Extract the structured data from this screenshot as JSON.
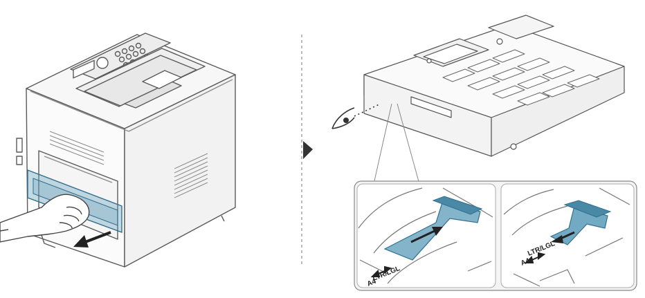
{
  "insets": {
    "left": {
      "size_label": "LTR/LGL",
      "alt_label": "A4"
    },
    "right": {
      "size_label": "LTR/LGL",
      "alt_label": "A4"
    }
  },
  "colors": {
    "outline": "#5a5a5a",
    "light_outline": "#9a9a9a",
    "highlight": "#5b9bb8",
    "highlight_dark": "#2f6f8e",
    "arrow": "#222222",
    "divider": "#888888",
    "inset_border": "#888888",
    "inset_bg": "#f4f4f4"
  },
  "icons": [
    "hand-icon",
    "pull-arrow-icon",
    "next-step-triangle-icon",
    "eye-icon",
    "push-arrow-icon"
  ]
}
